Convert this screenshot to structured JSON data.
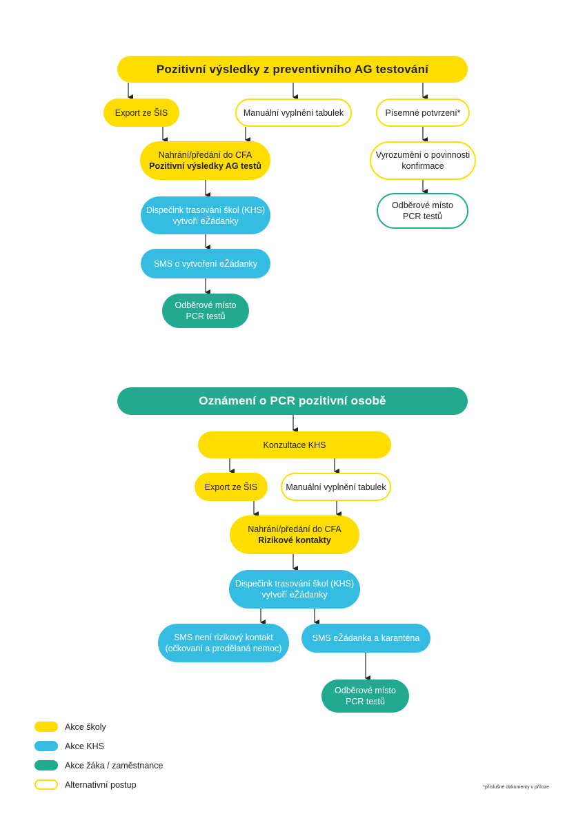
{
  "section1": {
    "header": "Pozitivní výsledky z preventivního AG testování",
    "export": "Export ze ŠIS",
    "manual": "Manuální vyplnění tabulek",
    "written": "Písemné potvrzení*",
    "upload_line1": "Nahrání/předání do CFA",
    "upload_line2": "Pozitivní výsledky AG testů",
    "notify_line1": "Vyrozumění o povinnosti",
    "notify_line2": "konfirmace",
    "dispatch_line1": "Dispečink trasování škol (KHS)",
    "dispatch_line2": "vytvoří eŽádanky",
    "site_right_line1": "Odběrové místo",
    "site_right_line2": "PCR testů",
    "sms": "SMS o vytvoření eŽádanky",
    "site_left_line1": "Odběrové místo",
    "site_left_line2": "PCR testů"
  },
  "section2": {
    "header": "Oznámení o PCR pozitivní osobě",
    "consult": "Konzultace KHS",
    "export": "Export ze ŠIS",
    "manual": "Manuální vyplnění tabulek",
    "upload_line1": "Nahrání/předání do CFA",
    "upload_line2": "Rizikové kontakty",
    "dispatch_line1": "Dispečink trasování škol (KHS)",
    "dispatch_line2": "vytvoří eŽádanky",
    "sms_norisk_line1": "SMS není rizikový kontakt",
    "sms_norisk_line2": "(očkovaní a prodělaná nemoc)",
    "sms_quarantine": "SMS eŽádanka a karanténa",
    "site_line1": "Odběrové místo",
    "site_line2": "PCR testů"
  },
  "legend": [
    {
      "label": "Akce školy",
      "color": "#FFDD00",
      "style": "fill"
    },
    {
      "label": "Akce KHS",
      "color": "#35BCE3",
      "style": "fill"
    },
    {
      "label": "Akce žáka / zaměstnance",
      "color": "#22AA90",
      "style": "fill"
    },
    {
      "label": "Alternativní postup",
      "color": "#FFDD00",
      "style": "outline"
    }
  ],
  "footnote": "*příslušné dokumenty v příloze",
  "colors": {
    "school": "#FFDD00",
    "khs": "#35BCE3",
    "student": "#22AA90",
    "arrow": "#222222"
  }
}
